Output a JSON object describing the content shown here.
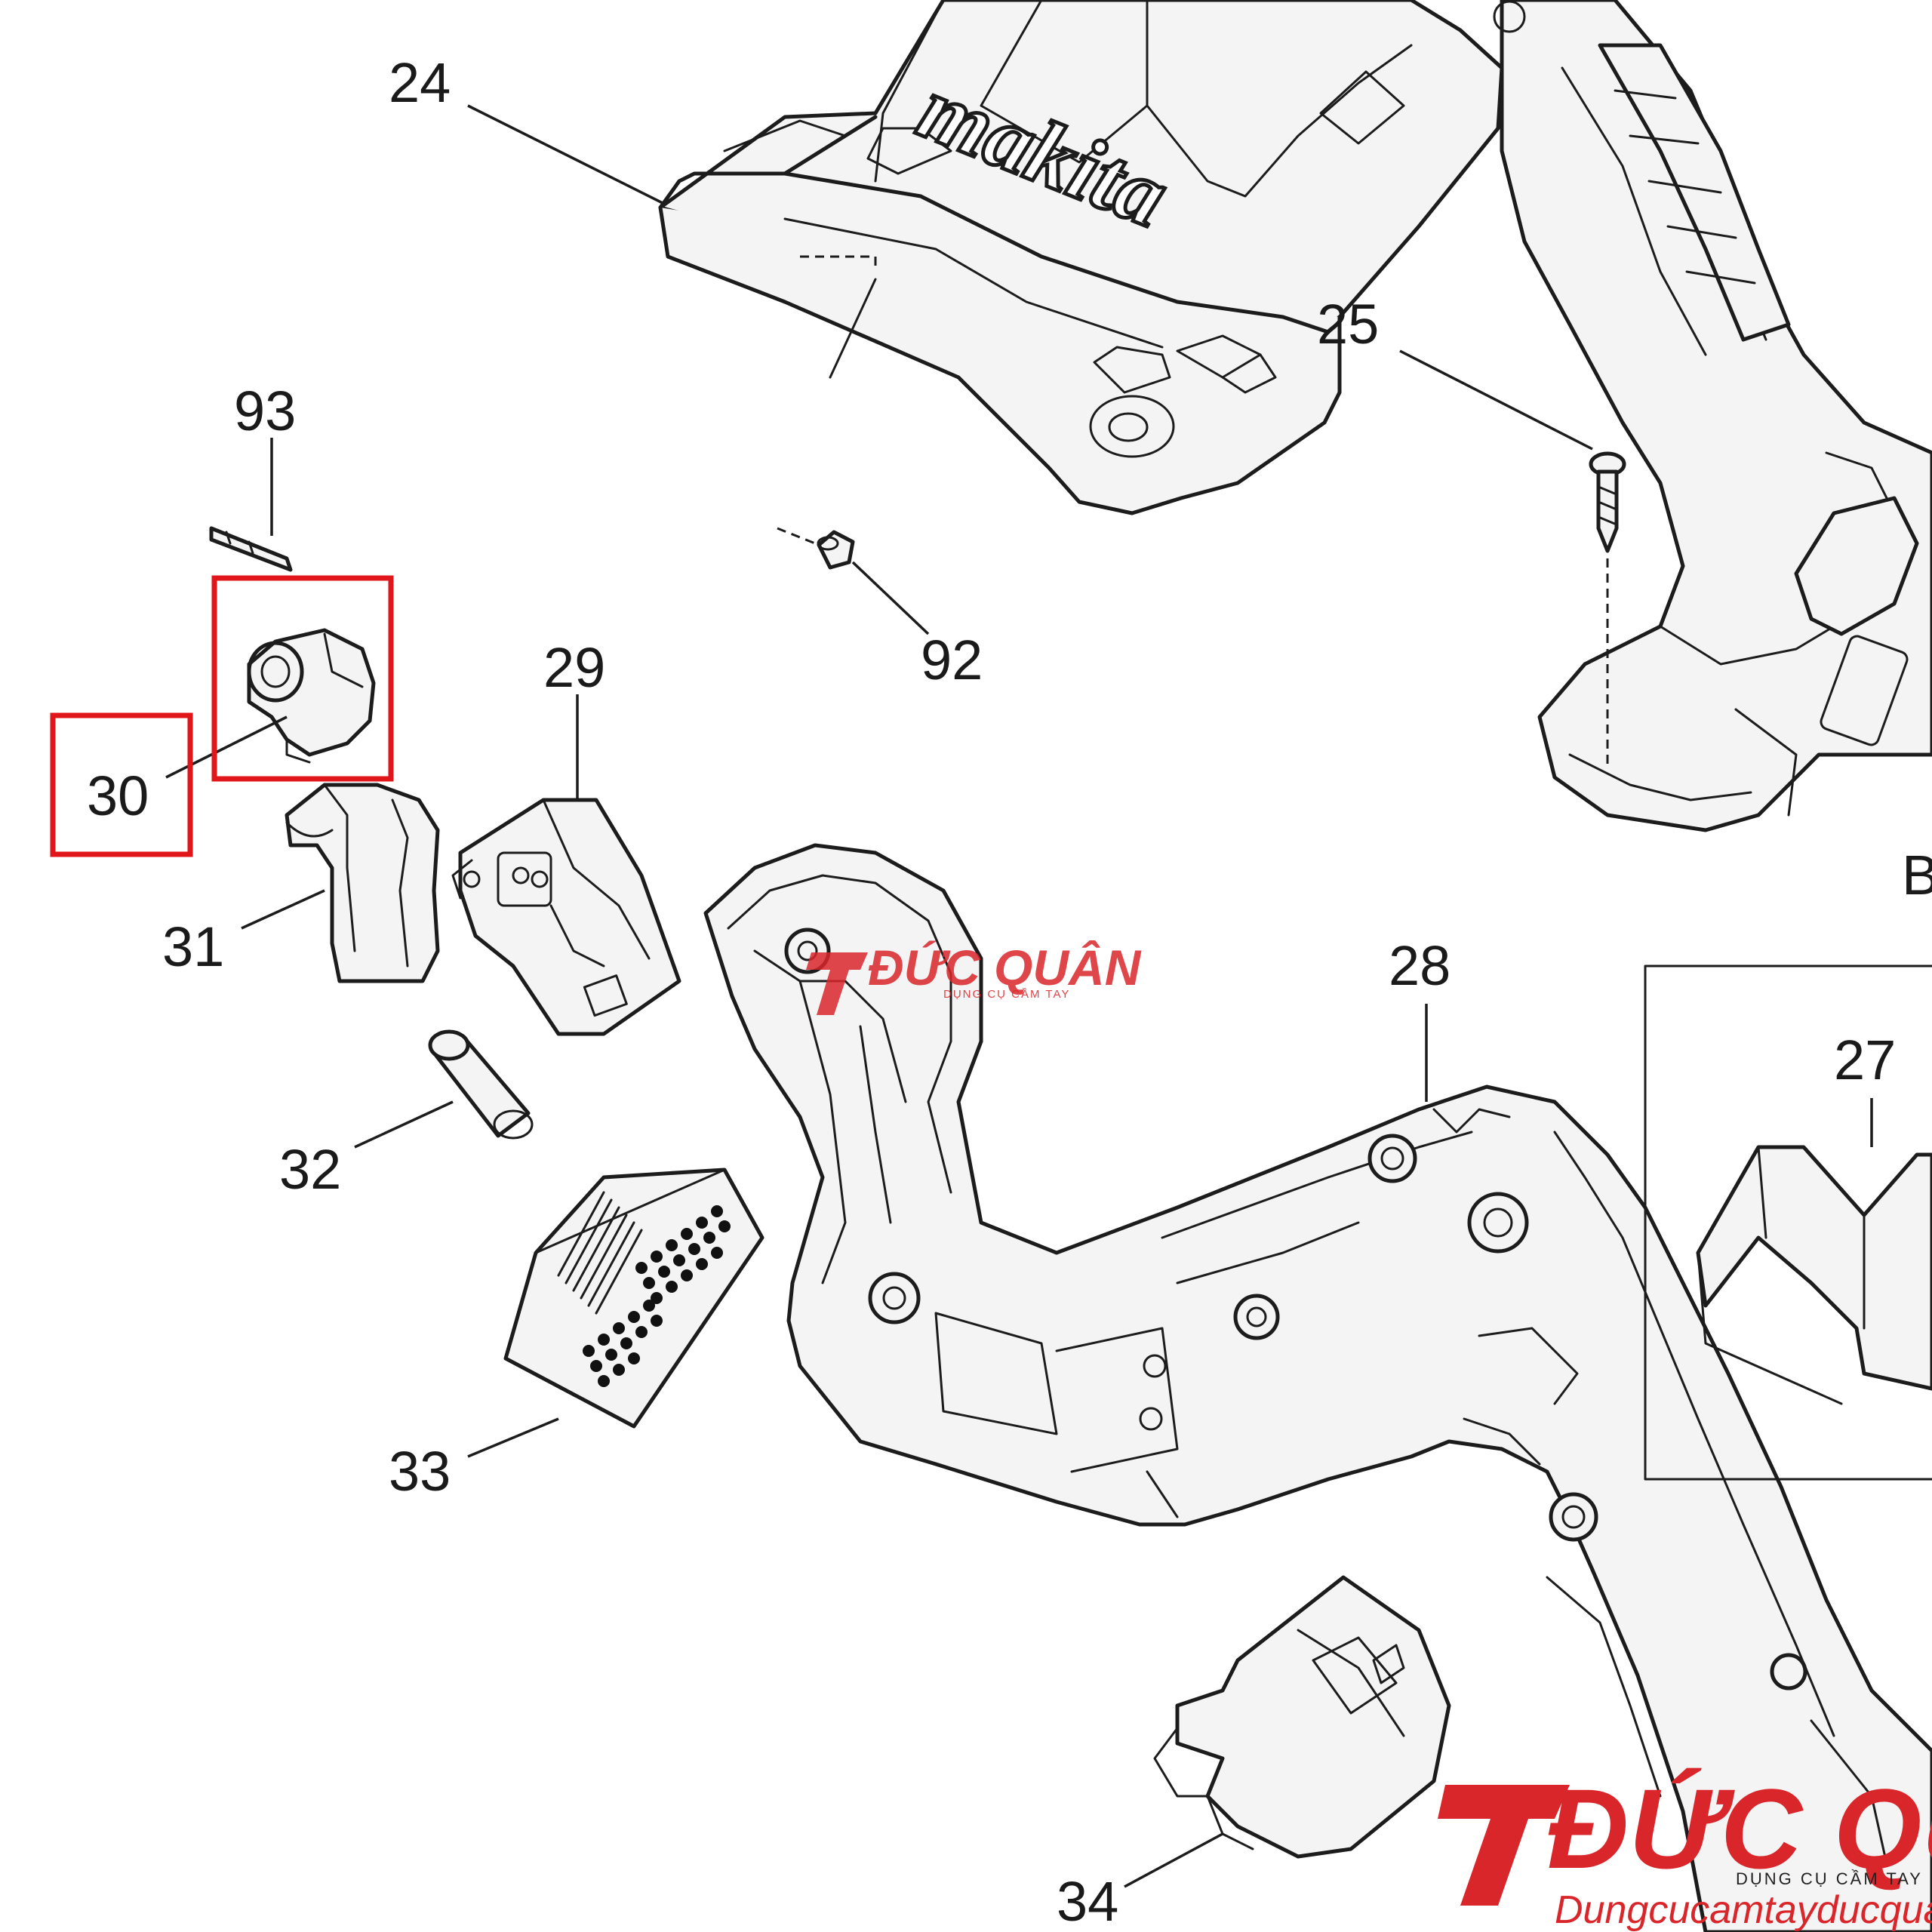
{
  "diagram": {
    "brand_mark": "makita",
    "highlight_color": "#e0161b",
    "callouts": {
      "c24": "24",
      "c25": "25",
      "c93": "93",
      "c92": "92",
      "c29": "29",
      "c30": "30",
      "c31": "31",
      "c28": "28",
      "c27": "27",
      "c32": "32",
      "c33": "33",
      "c34": "34",
      "cBC": "BC"
    }
  },
  "watermark": {
    "mid_text": "ĐỨC QUÂN",
    "mid_sub": "DỤNG CỤ CẦM TAY",
    "logo_text": "ĐỨC QUÂN",
    "logo_tagline": "DỤNG CỤ CẦM TAY",
    "url": "Dungcucamtayducquan.com",
    "color": "#d9262b"
  }
}
